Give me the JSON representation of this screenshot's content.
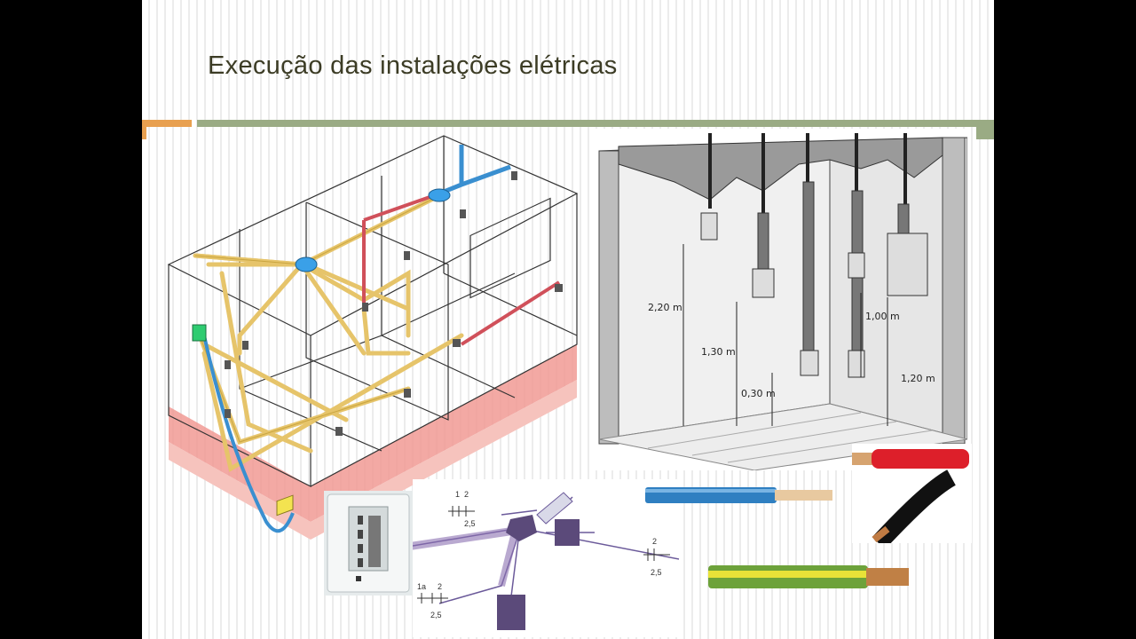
{
  "slide": {
    "title": "Execução das instalações elétricas"
  },
  "wall_diagram": {
    "dimensions": [
      "2,20 m",
      "1,30 m",
      "0,30 m",
      "1,00 m",
      "1,20 m"
    ]
  },
  "circuit_diagram": {
    "labels": [
      "1",
      "2",
      "2,5",
      "2",
      "2,5",
      "1a",
      "2",
      "2,5"
    ]
  },
  "colors": {
    "title": "#3c3c25",
    "accent_orange": "#e8a050",
    "accent_green": "#9aab84",
    "conduit_yellow": "#e6c46a",
    "conduit_blue": "#3a8fd0",
    "conduit_red": "#d0505a"
  }
}
